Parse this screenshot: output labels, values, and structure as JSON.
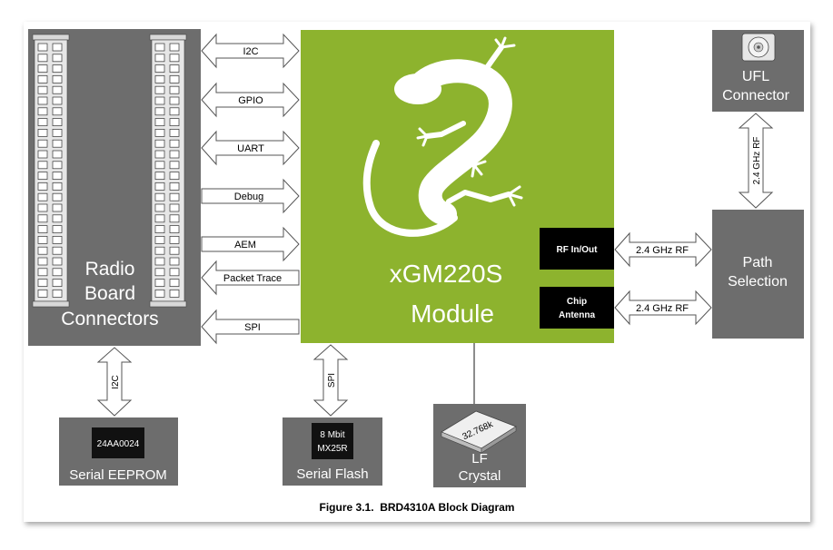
{
  "radio_board": {
    "lines": [
      "Radio",
      "Board",
      "Connectors"
    ]
  },
  "module": {
    "lines": [
      "xGM220S",
      "Module"
    ]
  },
  "rf_port": {
    "label": "RF In/Out"
  },
  "chip_antenna": {
    "lines": [
      "Chip",
      "Antenna"
    ]
  },
  "ufl": {
    "lines": [
      "UFL",
      "Connector"
    ]
  },
  "path_selection": {
    "lines": [
      "Path",
      "Selection"
    ]
  },
  "eeprom": {
    "chip": "24AA0024",
    "label": "Serial EEPROM"
  },
  "flash": {
    "chip_lines": [
      "8 Mbit",
      "MX25R"
    ],
    "label": "Serial Flash"
  },
  "crystal": {
    "chip": "32.768k",
    "lines": [
      "LF",
      "Crystal"
    ]
  },
  "buses": {
    "i2c": "I2C",
    "gpio": "GPIO",
    "uart": "UART",
    "debug": "Debug",
    "aem": "AEM",
    "packet_trace": "Packet Trace",
    "spi": "SPI"
  },
  "vertical_buses": {
    "i2c": "I2C",
    "spi": "SPI",
    "rf": "2.4 GHz RF"
  },
  "rf_links": {
    "top": "2.4 GHz RF",
    "bottom": "2.4 GHz RF"
  },
  "caption": "Figure 3.1.  BRD4310A Block Diagram",
  "colors": {
    "block_gray": "#6d6d6d",
    "module_green": "#8db32e",
    "port_black": "#000000",
    "page_bg": "#ffffff"
  }
}
